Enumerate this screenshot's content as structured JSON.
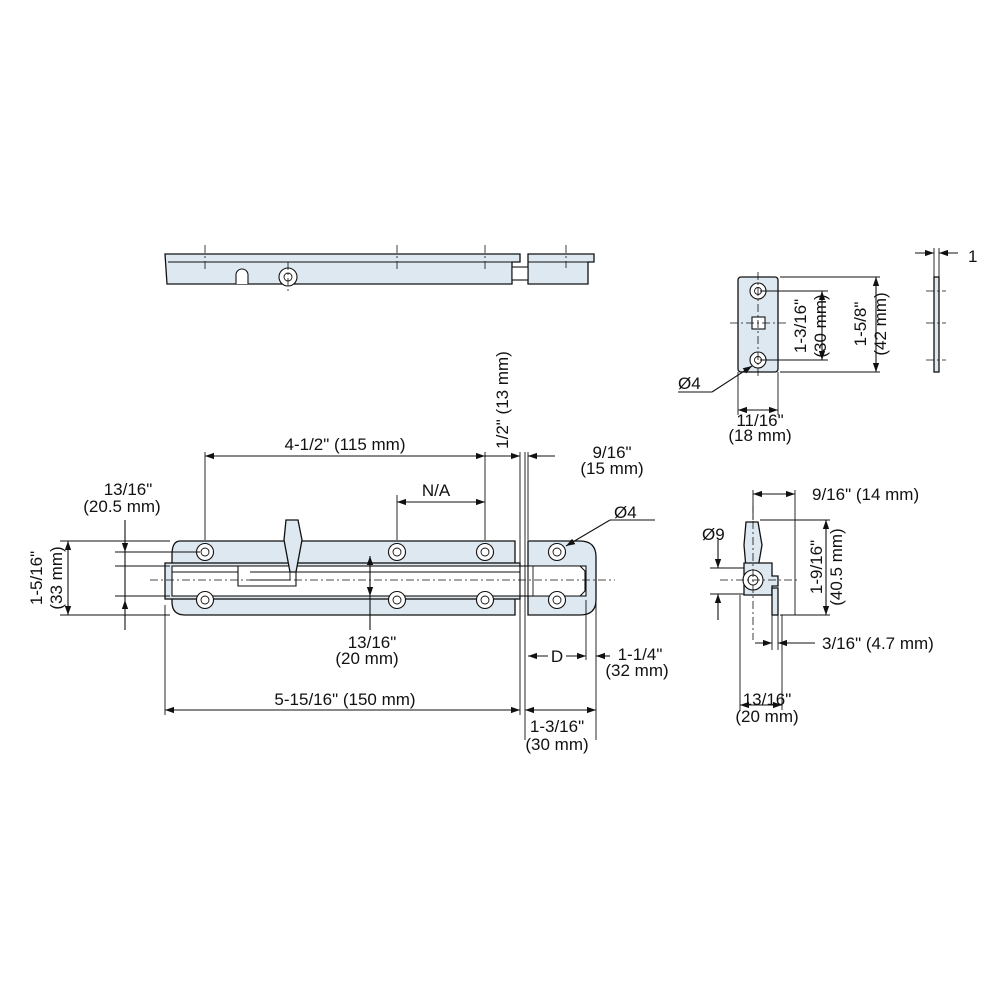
{
  "dimensions": {
    "spacing_4_1_2": "4-1/2\" (115 mm)",
    "depth_1_2": "1/2\" (13 mm)",
    "end_9_16_in": "9/16\"",
    "end_9_16_mm": "(15 mm)",
    "na": "N/A",
    "hole_dia_4": "Ø4",
    "edge_13_16_in": "13/16\"",
    "edge_13_16_mm": "(20.5 mm)",
    "height_1_5_16_in": "1-5/16\"",
    "height_1_5_16_mm": "(33 mm)",
    "center_13_16_in": "13/16\"",
    "center_13_16_mm": "(20 mm)",
    "d": "D",
    "throw_1_1_4_in": "1-1/4\"",
    "throw_1_1_4_mm": "(32 mm)",
    "length_5_15_16": "5-15/16\" (150 mm)",
    "keeper_1_3_16_in": "1-3/16\"",
    "keeper_1_3_16_mm": "(30 mm)",
    "strike_1_3_16_in": "1-3/16\"",
    "strike_1_3_16_mm": "(30 mm)",
    "strike_1_5_8_in": "1-5/8\"",
    "strike_1_5_8_mm": "(42 mm)",
    "strike_hole_dia": "Ø4",
    "strike_width_in": "11/16\"",
    "strike_width_mm": "(18 mm)",
    "strike_thickness": "1",
    "end_9_16_14": "9/16\" (14 mm)",
    "knob_dia_9": "Ø9",
    "end_1_9_16_in": "1-9/16\"",
    "end_1_9_16_mm": "(40.5 mm)",
    "end_3_16": "3/16\" (4.7 mm)",
    "end_13_16_in": "13/16\"",
    "end_13_16_mm": "(20 mm)"
  }
}
